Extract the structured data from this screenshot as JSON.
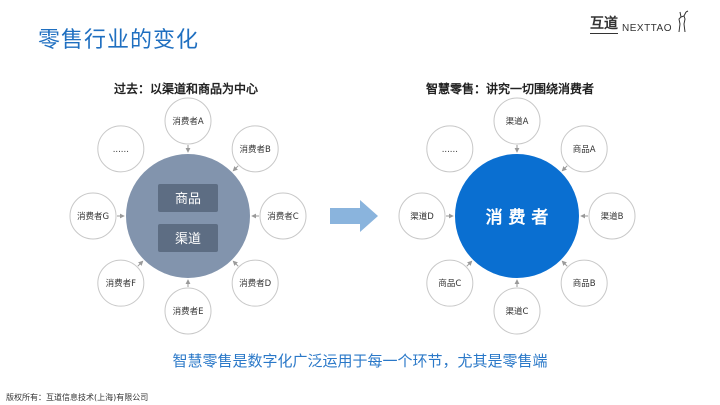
{
  "title": "零售行业的变化",
  "brand": {
    "cn": "互道",
    "en": "NEXTTAO"
  },
  "left": {
    "subtitle": "过去：以渠道和商品为中心",
    "center_boxes": [
      "商品",
      "渠道"
    ],
    "nodes": [
      "消费者A",
      "消费者B",
      "消费者C",
      "消费者D",
      "消费者E",
      "消费者F",
      "消费者G",
      "......"
    ]
  },
  "right": {
    "subtitle": "智慧零售：讲究一切围绕消费者",
    "center_label": "消 费 者",
    "nodes": [
      "渠道A",
      "商品A",
      "渠道B",
      "商品B",
      "渠道C",
      "商品C",
      "渠道D",
      "......"
    ]
  },
  "footer_note": "智慧零售是数字化广泛运用于每一个环节，尤其是零售端",
  "copyright": "版权所有：互道信息技术(上海)有限公司",
  "colors": {
    "accent": "#1f6fc0",
    "left_center": "#8294ad",
    "left_box": "#5d6d83",
    "right_center": "#0a6fd1",
    "arrow": "#8ab4dd",
    "node_border": "#c8c8c8"
  }
}
